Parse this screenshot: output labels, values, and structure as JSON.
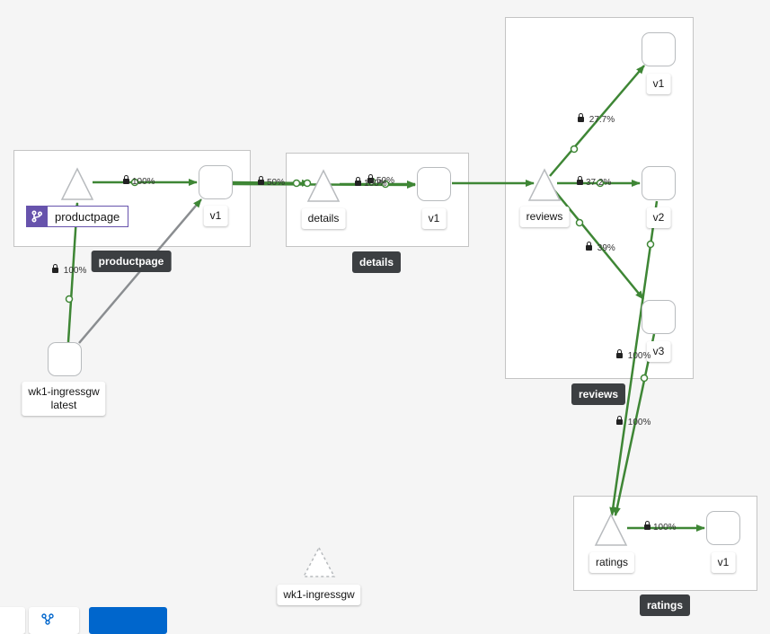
{
  "groups": {
    "productpage": "productpage",
    "details": "details",
    "reviews": "reviews",
    "ratings": "ratings"
  },
  "apps": {
    "productpage": "productpage",
    "details": "details",
    "reviews": "reviews",
    "ratings": "ratings",
    "ingress_unused": "wk1-ingressgw"
  },
  "workloads": {
    "productpage_v1": "v1",
    "details_v1": "v1",
    "reviews_v1": "v1",
    "reviews_v2": "v2",
    "reviews_v3": "v3",
    "ratings_v1": "v1",
    "ingress_line1": "wk1-ingressgw",
    "ingress_line2": "latest"
  },
  "edges": {
    "ingress_to_productpage": "100%",
    "productpage_to_v1": "100%",
    "pp_v1_to_details": "50%",
    "details_overlap": "50%",
    "details_to_v1": "100%",
    "reviews_to_v1": "27.7%",
    "reviews_to_v2": "37.2%",
    "reviews_to_v3": "39%",
    "v2_to_ratings": "100%",
    "v3_to_ratings": "100%",
    "ratings_to_v1": "100%"
  },
  "colors": {
    "edge_healthy": "#3e8635",
    "edge_unused": "#8a8d90",
    "app_badge": "#6753ac",
    "group_label_bg": "#3c3f42",
    "toolbar_button": "#0066cc"
  }
}
